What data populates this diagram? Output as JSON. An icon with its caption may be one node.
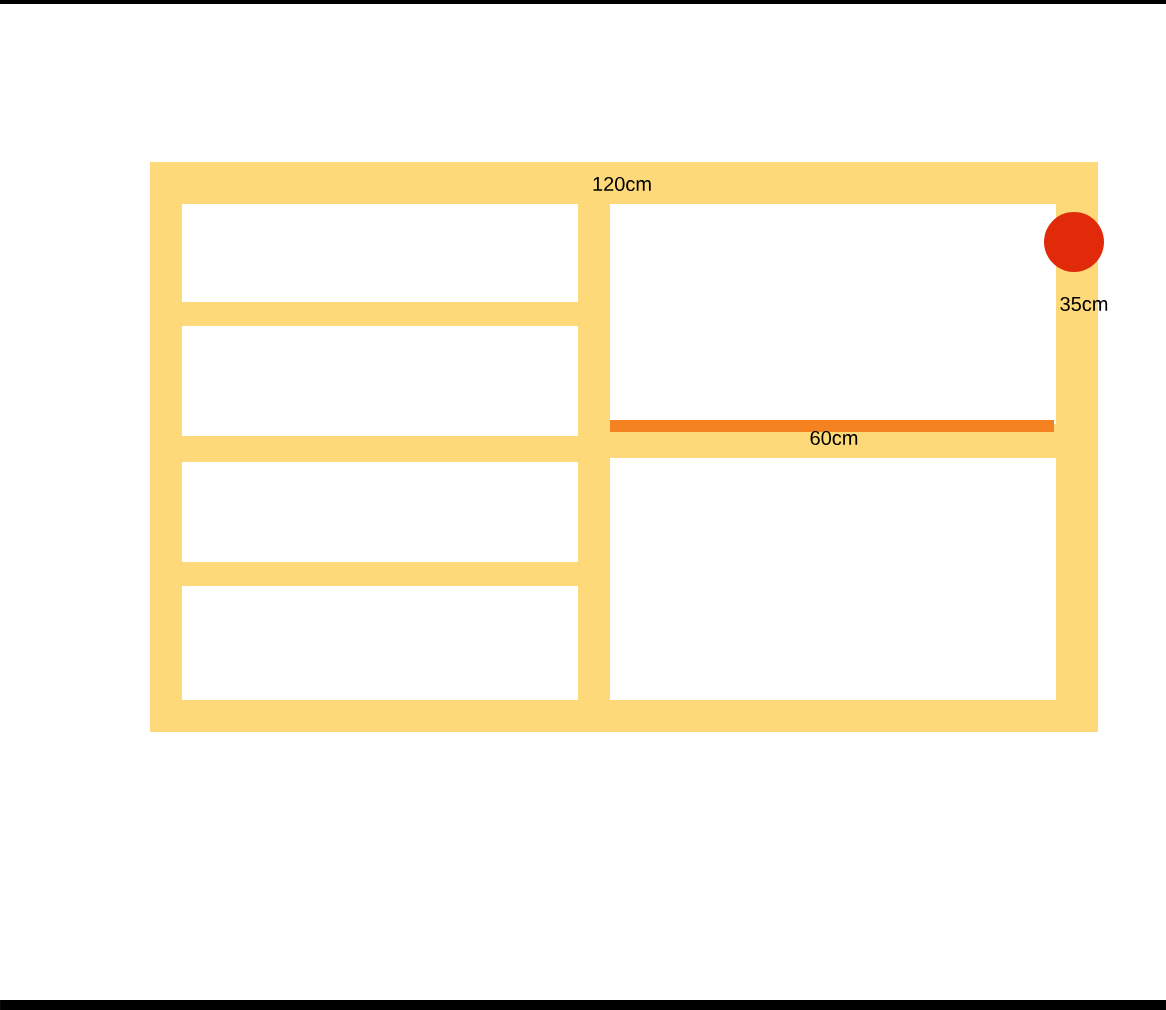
{
  "diagram": {
    "labels": [
      "120cm",
      "35cm",
      "60cm"
    ]
  }
}
